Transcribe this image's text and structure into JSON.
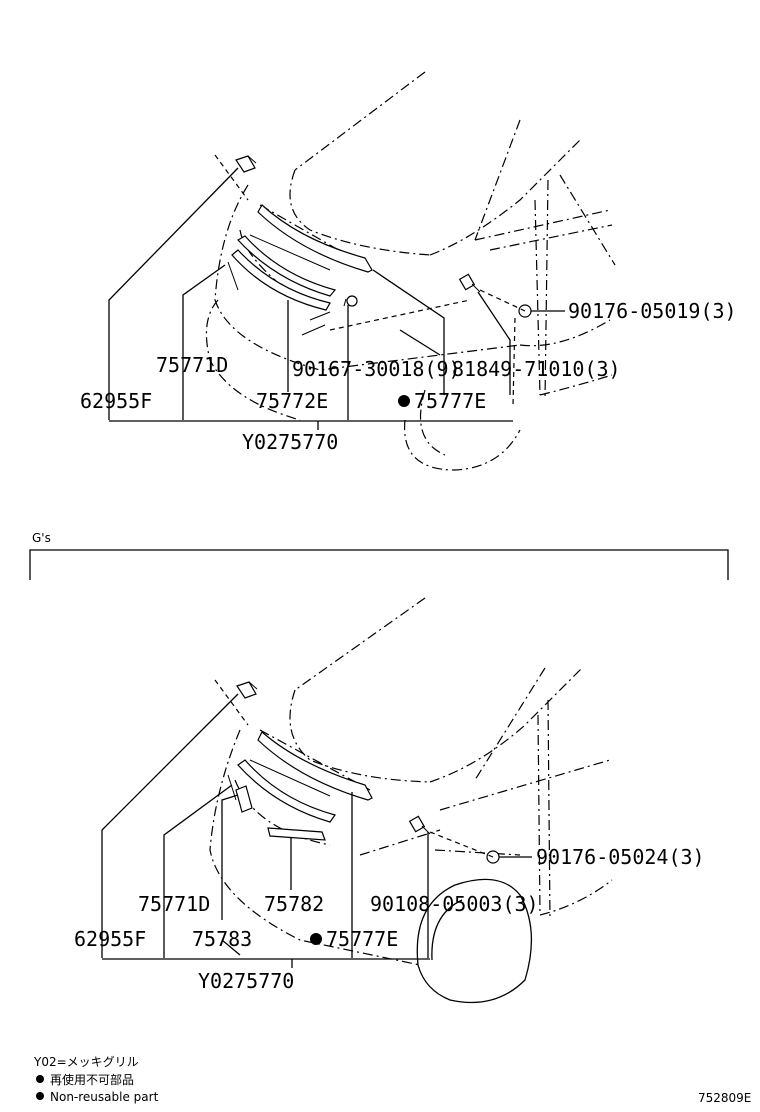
{
  "section_top": {
    "labels": {
      "p_90176_05019": "90176-05019(3)",
      "p_75771D": "75771D",
      "p_90167_30018": "90167-30018(9)",
      "p_81849_71010": "81849-71010(3)",
      "p_62955F": "62955F",
      "p_75772E": "75772E",
      "p_75777E": "75777E",
      "p_Y0275770": "Y0275770"
    }
  },
  "section_gs": {
    "title": "G's",
    "labels": {
      "p_90176_05024": "90176-05024(3)",
      "p_75771D": "75771D",
      "p_75782": "75782",
      "p_90108_05003": "90108-05003(3)",
      "p_62955F": "62955F",
      "p_75783": "75783",
      "p_75777E": "75777E",
      "p_Y0275770": "Y0275770"
    }
  },
  "legend": {
    "line1": "Y02=メッキグリル",
    "line2": "再使用不可部品",
    "line3": "Non-reusable part"
  },
  "figure_id": "752809E"
}
